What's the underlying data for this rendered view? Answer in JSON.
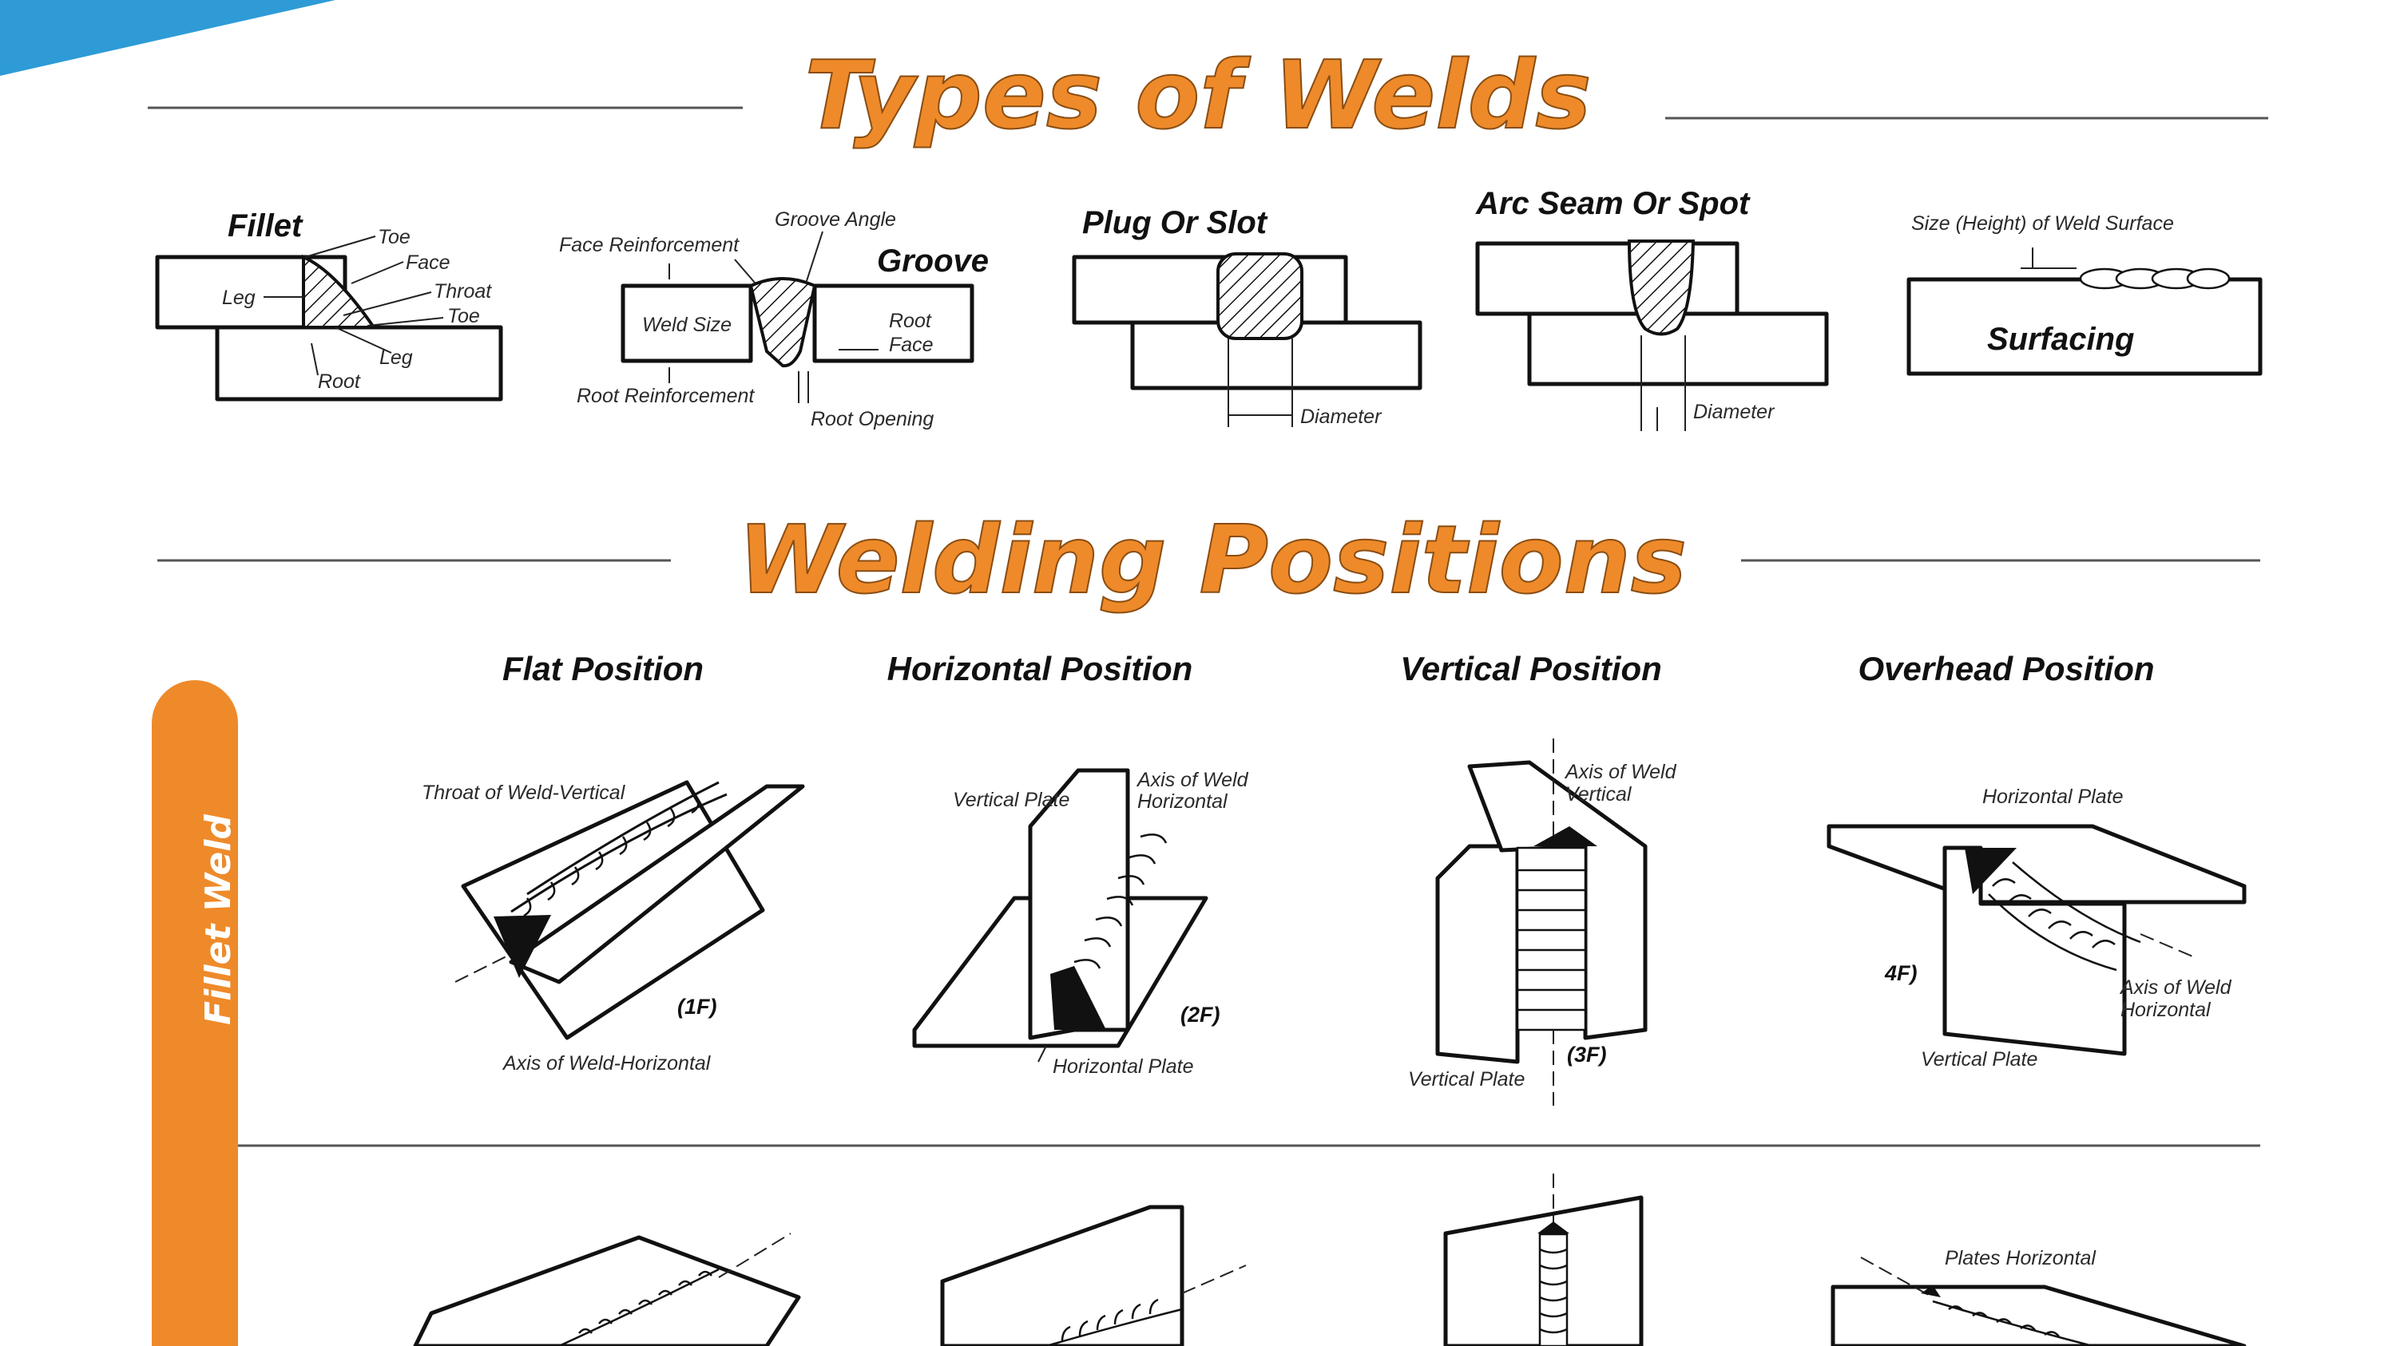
{
  "colors": {
    "accent": "#ee8a2a",
    "banner": "#2e9bd6",
    "ink": "#111111",
    "rule": "#555555"
  },
  "titles": {
    "weld_types": "Types of Welds",
    "positions": "Welding Positions"
  },
  "weld_types": {
    "fillet": {
      "name": "Fillet",
      "toe1": "Toe",
      "face": "Face",
      "throat": "Throat",
      "toe2": "Toe",
      "leg1": "Leg",
      "leg2": "Leg",
      "root": "Root"
    },
    "groove": {
      "name": "Groove",
      "groove_angle": "Groove Angle",
      "face_reinforcement": "Face Reinforcement",
      "weld_size": "Weld Size",
      "root": "Root",
      "face": "Face",
      "root_reinforcement": "Root Reinforcement",
      "root_opening": "Root Opening"
    },
    "plug": {
      "name": "Plug Or Slot",
      "diameter": "Diameter"
    },
    "arc_seam": {
      "name": "Arc Seam Or Spot",
      "diameter": "Diameter"
    },
    "surfacing": {
      "name": "Surfacing",
      "size": "Size (Height) of Weld Surface"
    }
  },
  "positions": {
    "side_tab": "Fillet Weld",
    "columns": [
      "Flat Position",
      "Horizontal Position",
      "Vertical Position",
      "Overhead Position"
    ],
    "flat": {
      "throat": "Throat of Weld-Vertical",
      "axis": "Axis of Weld-Horizontal",
      "code": "(1F)"
    },
    "horizontal": {
      "vertical_plate": "Vertical Plate",
      "axis_line1": "Axis of Weld",
      "axis_line2": "Horizontal",
      "horizontal_plate": "Horizontal Plate",
      "code": "(2F)"
    },
    "vertical": {
      "axis_line1": "Axis of Weld",
      "axis_line2": "Vertical",
      "vertical_plate": "Vertical Plate",
      "code": "(3F)"
    },
    "overhead": {
      "horizontal_plate": "Horizontal Plate",
      "axis_line1": "Axis of Weld",
      "axis_line2": "Horizontal",
      "vertical_plate": "Vertical Plate",
      "code": "4F)"
    },
    "groove_row": {
      "plates_horizontal": "Plates Horizontal"
    }
  }
}
